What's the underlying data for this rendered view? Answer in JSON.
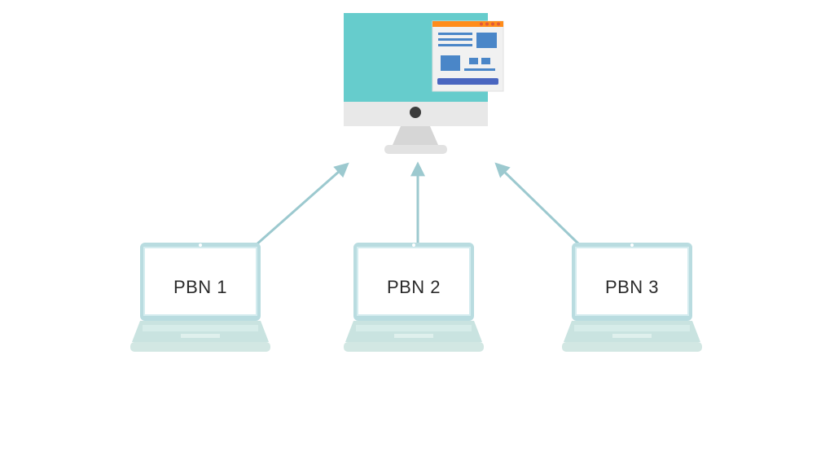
{
  "diagram": {
    "hub": {
      "icon": "desktop-monitor-icon",
      "screen_content_icon": "webpage-window-icon"
    },
    "nodes": [
      {
        "label": "PBN 1",
        "icon": "laptop-icon"
      },
      {
        "label": "PBN 2",
        "icon": "laptop-icon"
      },
      {
        "label": "PBN 3",
        "icon": "laptop-icon"
      }
    ],
    "edges": [
      {
        "from": "PBN 1",
        "to": "hub"
      },
      {
        "from": "PBN 2",
        "to": "hub"
      },
      {
        "from": "PBN 3",
        "to": "hub"
      }
    ]
  },
  "colors": {
    "background": "#ffffff",
    "monitor_screen": "#66cccc",
    "monitor_bezel": "#e8e8e8",
    "monitor_stand": "#d6d6d6",
    "webpage_header": "#ff8c1a",
    "webpage_blocks": "#4a86c8",
    "arrow": "#9cc9cf",
    "laptop_frame": "#b9dce0",
    "laptop_base": "#c9e3e0"
  }
}
